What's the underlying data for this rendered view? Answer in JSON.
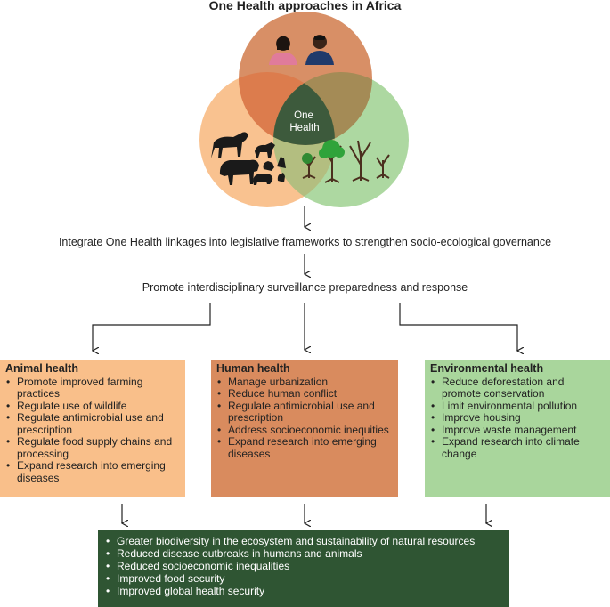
{
  "title": "One Health approaches in Africa",
  "venn": {
    "center_label_line1": "One",
    "center_label_line2": "Health"
  },
  "steps": {
    "step1": "Integrate One Health linkages into legislative frameworks to strengthen socio-ecological governance",
    "step2": "Promote interdisciplinary surveillance preparedness and response"
  },
  "boxes": {
    "animal": {
      "title": "Animal health",
      "items": [
        "Promote improved farming practices",
        "Regulate use of wildlife",
        "Regulate antimicrobial use and prescription",
        "Regulate food supply chains and processing",
        "Expand research into emerging diseases"
      ]
    },
    "human": {
      "title": "Human health",
      "items": [
        "Manage urbanization",
        "Reduce human conflict",
        "Regulate antimicrobial use and prescription",
        "Address socioeconomic inequities",
        "Expand research into emerging diseases"
      ]
    },
    "environmental": {
      "title": "Environmental health",
      "items": [
        "Reduce deforestation and promote conservation",
        "Limit environmental pollution",
        "Improve housing",
        "Improve waste management",
        "Expand research into climate change"
      ]
    }
  },
  "outcomes": [
    "Greater biodiversity in the ecosystem and sustainability of natural resources",
    "Reduced disease outbreaks in humans and animals",
    "Reduced socioeconomic inequalities",
    "Improved food security",
    "Improved global health security"
  ],
  "colors": {
    "animal": "#f9bf8a",
    "human": "#d98b5e",
    "environmental": "#a9d69c",
    "outcome": "#2f5533",
    "center": "#3d5a3c"
  }
}
